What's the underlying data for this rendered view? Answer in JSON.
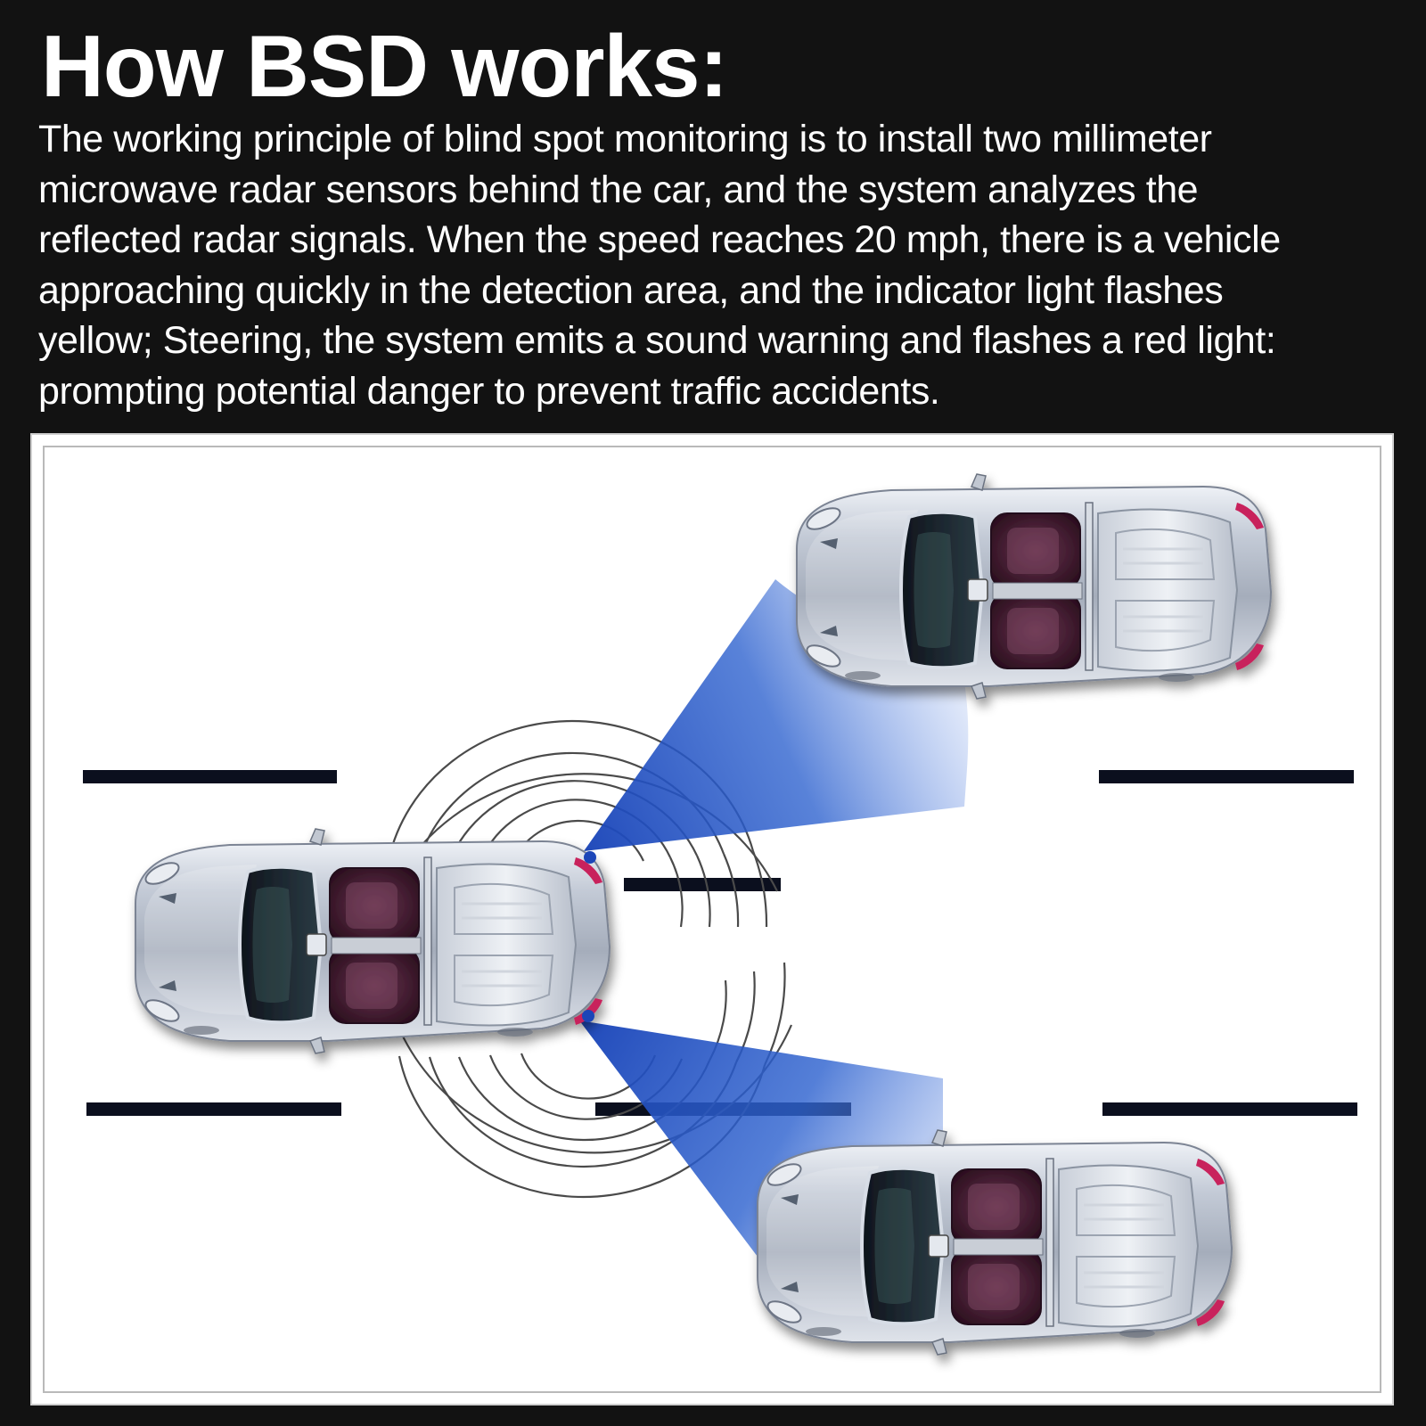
{
  "title": "How BSD works:",
  "description": {
    "lines": [
      "The working principle of blind spot monitoring is to install two millimeter",
      "microwave radar sensors behind the car, and the system analyzes the",
      "reflected radar signals. When the speed reaches 20 mph, there is a vehicle",
      "approaching quickly in the detection area, and the indicator light flashes",
      "yellow; Steering, the system emits a sound warning and flashes a red light:",
      "prompting potential danger to prevent traffic accidents."
    ]
  },
  "diagram": {
    "cars": [
      "host-car",
      "upper-target-car",
      "lower-target-car"
    ],
    "colors": {
      "page_background": "#121212",
      "figure_background": "#ffffff",
      "radar_beam": "#1f4fbf",
      "lane_marking": "#0b0f1e",
      "radar_wave": "#4a4a4a",
      "car_body": "#b9c1cf",
      "car_interior": "#4a1f35",
      "tail_light": "#c8245b"
    }
  }
}
